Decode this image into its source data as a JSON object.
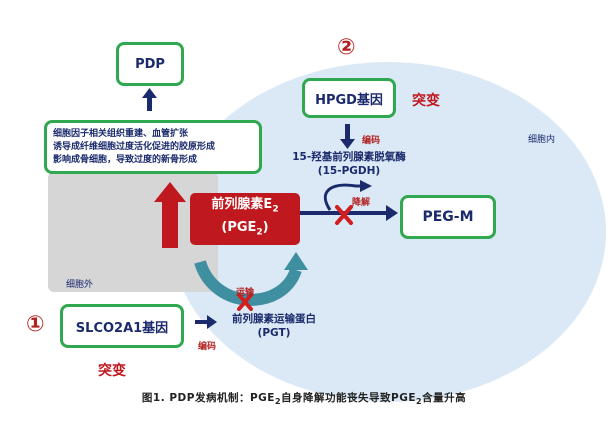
{
  "labels": {
    "pdp": "PDP",
    "hpgd_gene": "HPGD基因",
    "mutation_top": "突变",
    "mutation_bottom": "突变",
    "marker_1": "①",
    "marker_2": "②",
    "intracellular": "细胞内",
    "extracellular": "细胞外",
    "effects": [
      "细胞因子相关组织重建、血管扩张",
      "诱导成纤维细胞过度活化促进的胶原形成",
      "影响成骨细胞，导致过度的新骨形成"
    ],
    "encode_top": "编码",
    "enzyme_line1": "15-羟基前列腺素脱氧酶",
    "enzyme_line2": "(15-PGDH)",
    "degrade": "降解",
    "pge2_name": "前列腺素E",
    "pge2_abbr": "(PGE",
    "pge2_close": ")",
    "subscript_2": "2",
    "peg_m": "PEG-M",
    "transport": "运输",
    "slco2a1_gene": "SLCO2A1基因",
    "transporter_line1": "前列腺素运输蛋白",
    "transporter_line2": "(PGT)",
    "encode_bottom": "编码",
    "caption_prefix": "图1. PDP发病机制：PGE",
    "caption_mid": "自身降解功能丧失导致PGE",
    "caption_suffix": "含量升高"
  },
  "colors": {
    "green": "#2fa84f",
    "navy": "#1a2a6c",
    "red": "#b22222",
    "pge_red": "#c0181f",
    "cell_blue": "#dbe9f6",
    "gray": "#d6d6d6",
    "teal": "#3f8fa0"
  }
}
